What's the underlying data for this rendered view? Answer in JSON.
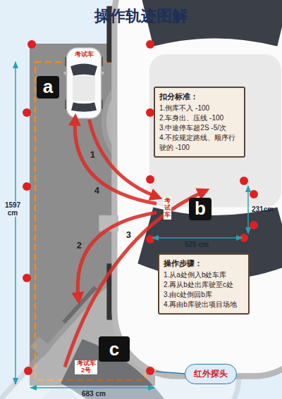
{
  "diagram": {
    "title": "操作轨迹图解",
    "nodes": [
      {
        "text": [
          "a",
          "考试车"
        ]
      },
      {
        "text": [
          "扣分标准：",
          "1.倒库不入 -100",
          "2.车身出、压线 -100",
          "3.中途停车超2S -5/次",
          "4.不按规定路线、顺序行驶的 -100"
        ]
      },
      {
        "text": [
          "b",
          "考试车"
        ]
      },
      {
        "text": [
          "操作步骤：",
          "1.从a处倒入b处车库",
          "2.再从b处出库驶至c处",
          "3.由c处倒回b库",
          "4.再由b库驶出项目场地"
        ]
      },
      {
        "text": [
          "c",
          "考试车 2号"
        ]
      },
      {
        "text": [
          "红外探头"
        ]
      }
    ],
    "edges": [
      {
        "from": 0,
        "to": 2,
        "arrow": "to",
        "label": "1"
      },
      {
        "from": 2,
        "to": 0,
        "arrow": "to",
        "label": "4"
      },
      {
        "from": 2,
        "to": 4,
        "arrow": "to",
        "label": "2"
      },
      {
        "from": 4,
        "to": 2,
        "arrow": "to",
        "label": "3"
      }
    ],
    "labels": [
      "1597 cm",
      "231cm",
      "525 cm",
      "683 cm"
    ]
  }
}
